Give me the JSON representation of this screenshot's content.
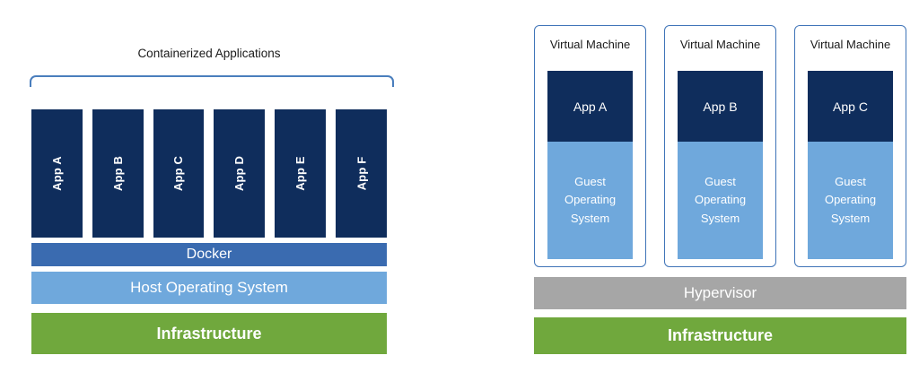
{
  "left": {
    "bracket_label": "Containerized Applications",
    "apps": [
      "App A",
      "App B",
      "App C",
      "App D",
      "App E",
      "App F"
    ],
    "docker_label": "Docker",
    "host_os_label": "Host Operating System",
    "infrastructure_label": "Infrastructure"
  },
  "right": {
    "vms": [
      {
        "title": "Virtual Machine",
        "app": "App A",
        "guest_os": "Guest Operating System"
      },
      {
        "title": "Virtual Machine",
        "app": "App B",
        "guest_os": "Guest Operating System"
      },
      {
        "title": "Virtual Machine",
        "app": "App C",
        "guest_os": "Guest Operating System"
      }
    ],
    "hypervisor_label": "Hypervisor",
    "infrastructure_label": "Infrastructure"
  },
  "colors": {
    "app-dark": "#0f2d5c",
    "docker-blue": "#3a6bb0",
    "light-blue": "#6fa8dc",
    "green": "#70a83d",
    "gray": "#a6a6a6",
    "vm-border": "#3f74b8",
    "bracket-blue": "#4a7ebd"
  }
}
